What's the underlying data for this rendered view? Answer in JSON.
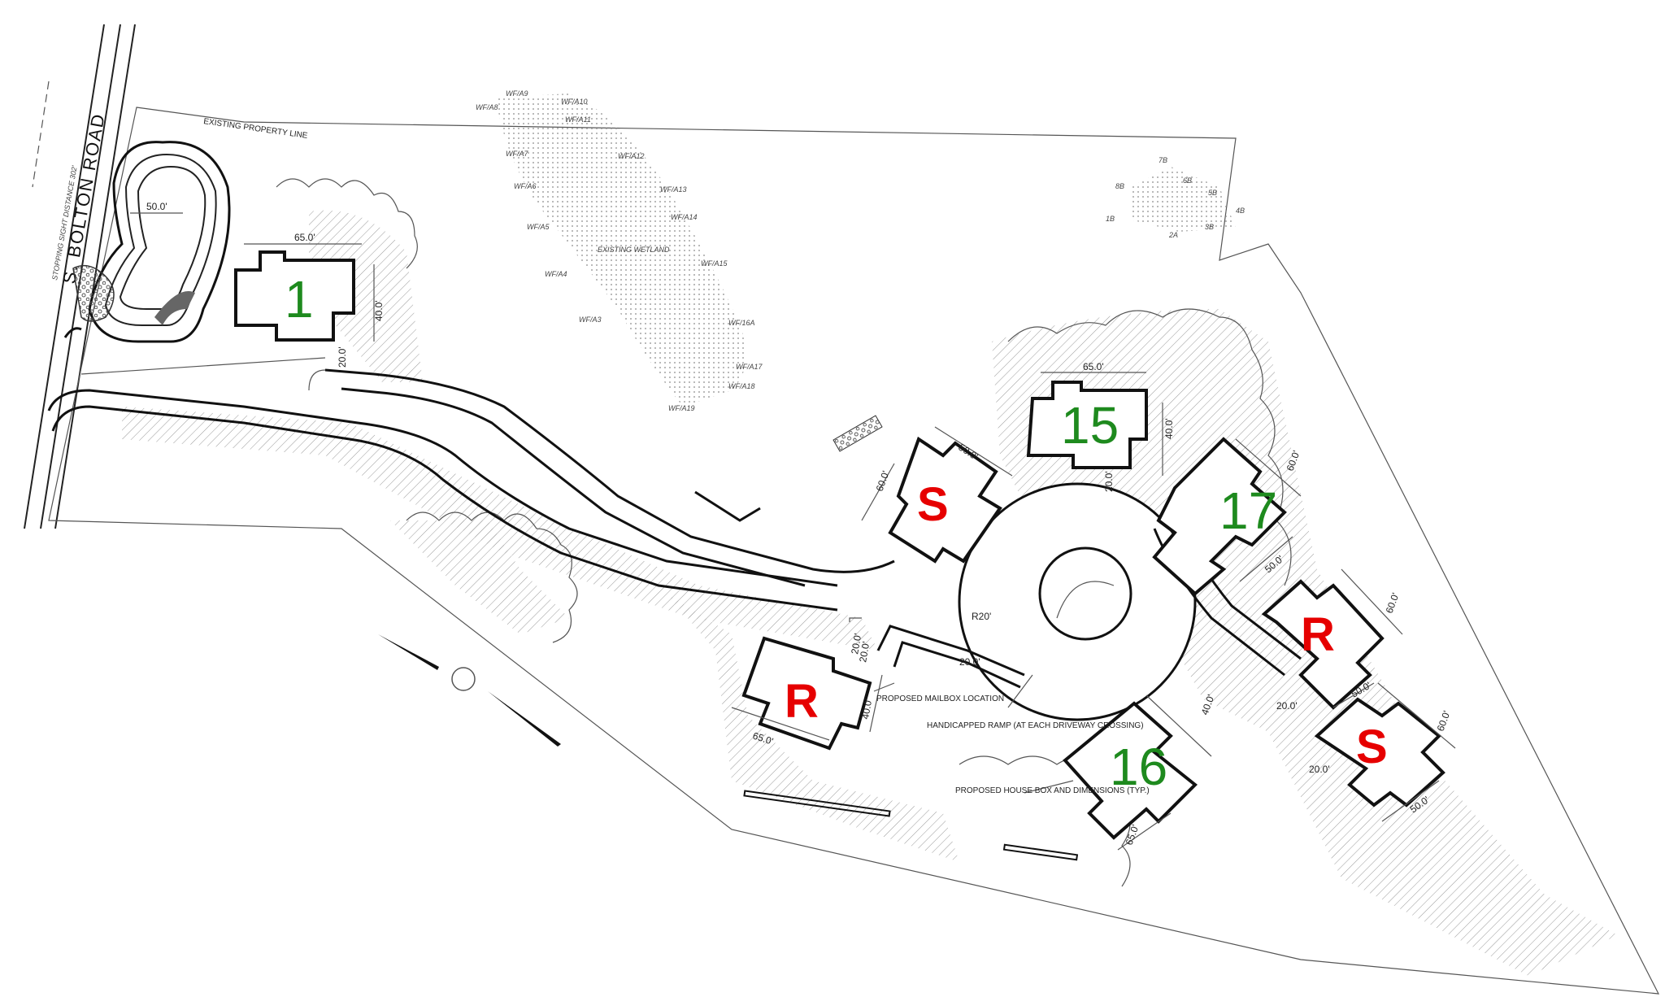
{
  "road": {
    "name": "S. BOLTON ROAD",
    "sight_distance": "STOPPING SIGHT DISTANCE 302'"
  },
  "notes": {
    "property_line": "EXISTING PROPERTY LINE",
    "wetland": "EXISTING WETLAND",
    "mailbox": "PROPOSED MAILBOX LOCATION",
    "ramp": "HANDICAPPED RAMP (AT EACH DRIVEWAY CROSSING)",
    "house_box": "PROPOSED HOUSE BOX AND DIMENSIONS (TYP.)",
    "radius": "R20'",
    "pond_dim": "50.0'"
  },
  "lots": [
    {
      "label": "1",
      "kind": "number",
      "w_dim": "65.0'",
      "d_dim": "40.0'",
      "drive_dim": "20.0'"
    },
    {
      "label": "15",
      "kind": "number",
      "w_dim": "65.0'",
      "d_dim": "40.0'",
      "drive_dim": "20.0'"
    },
    {
      "label": "S",
      "kind": "letter",
      "w_dim": "50.0'",
      "d_dim": "60.0'"
    },
    {
      "label": "17",
      "kind": "number",
      "w_dim": "50.0'",
      "d_dim": "60.0'"
    },
    {
      "label": "R",
      "kind": "letter",
      "w_dim": "65.0'",
      "d_dim": "40.0'",
      "drive_dim": "20.0'"
    },
    {
      "label": "R",
      "kind": "letter",
      "w_dim": "50.0'",
      "d_dim": "60.0'",
      "drive_dim": "20.0'"
    },
    {
      "label": "16",
      "kind": "number",
      "w_dim": "65.0'",
      "d_dim": "40.0'"
    },
    {
      "label": "S",
      "kind": "letter",
      "w_dim": "50.0'",
      "d_dim": "60.0'",
      "drive_dim": "20.0'"
    }
  ],
  "wetland_flags": [
    "WF/A8",
    "WF/A9",
    "WF/A10",
    "WF/A11",
    "WF/A7",
    "WF/A12",
    "WF/A6",
    "WF/A13",
    "WF/A5",
    "WF/A14",
    "WF/A15",
    "WF/A4",
    "WF/16A",
    "WF/A3",
    "WF/A17",
    "WF/A18",
    "WF/A19"
  ],
  "other_flags": [
    "7B",
    "8B",
    "6B",
    "5B",
    "4B",
    "1B",
    "2A",
    "3B"
  ],
  "mid_dims": {
    "drive_a": "20.0'",
    "drive_b": "20.0'"
  }
}
